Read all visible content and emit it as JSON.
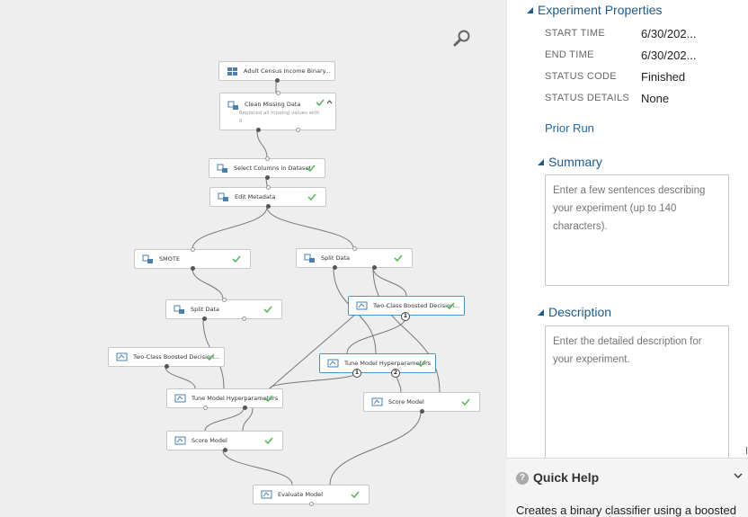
{
  "canvas": {
    "modules": {
      "m_adult": {
        "label": "Adult Census Income Binary..."
      },
      "m_clean": {
        "label": "Clean Missing Data",
        "sub": "Replaced all missing values with 0"
      },
      "m_select": {
        "label": "Select Columns in Dataset"
      },
      "m_edit": {
        "label": "Edit Metadata"
      },
      "m_smote": {
        "label": "SMOTE"
      },
      "m_split1": {
        "label": "Split Data"
      },
      "m_split2": {
        "label": "Split Data"
      },
      "m_tcbd_left": {
        "label": "Two-Class Boosted Decision..."
      },
      "m_tcbd_right": {
        "label": "Two-Class Boosted Decision..."
      },
      "m_tune_left": {
        "label": "Tune Model Hyperparameters"
      },
      "m_tune_right": {
        "label": "Tune Model Hyperparameters"
      },
      "m_score_left": {
        "label": "Score Model"
      },
      "m_score_right": {
        "label": "Score Model"
      },
      "m_eval": {
        "label": "Evaluate Model"
      }
    },
    "badges": {
      "b1": "1",
      "b2": "1",
      "b3": "2"
    },
    "zoom_icon": "magnifier-icon",
    "module_icon": "dataset-module-icon",
    "model_icon": "model-module-icon",
    "status_icon": "checkmark-icon"
  },
  "panel": {
    "properties": {
      "title": "Experiment Properties",
      "rows": [
        {
          "key": "START TIME",
          "value": "6/30/202..."
        },
        {
          "key": "END TIME",
          "value": "6/30/202..."
        },
        {
          "key": "STATUS CODE",
          "value": "Finished"
        },
        {
          "key": "STATUS DETAILS",
          "value": "None"
        }
      ],
      "prior_run": "Prior Run"
    },
    "summary": {
      "title": "Summary",
      "placeholder": "Enter a few sentences describing your experiment (up to 140 characters)."
    },
    "description": {
      "title": "Description",
      "placeholder": "Enter the detailed description for your experiment."
    }
  },
  "quick_help": {
    "title": "Quick Help",
    "icon": "question-icon",
    "text": "Creates a binary classifier using a boosted"
  },
  "colors": {
    "accent": "#1e5a8a",
    "check": "#5cb85c",
    "selected_border": "#4a93c8",
    "canvas_bg": "#eeeeee"
  }
}
